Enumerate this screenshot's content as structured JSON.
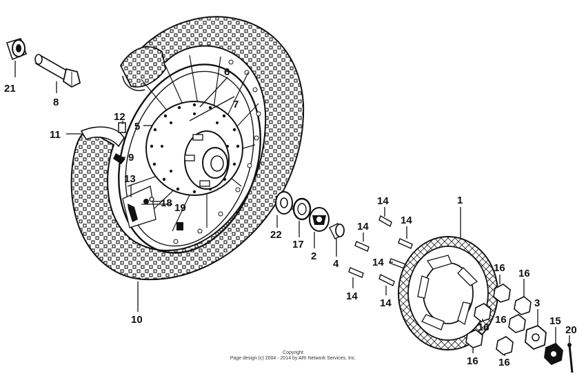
{
  "callouts": [
    {
      "id": "21",
      "text": "21"
    },
    {
      "id": "8",
      "text": "8"
    },
    {
      "id": "6",
      "text": "6"
    },
    {
      "id": "7",
      "text": "7"
    },
    {
      "id": "12",
      "text": "12"
    },
    {
      "id": "5",
      "text": "5"
    },
    {
      "id": "11",
      "text": "11"
    },
    {
      "id": "9",
      "text": "9"
    },
    {
      "id": "13",
      "text": "13"
    },
    {
      "id": "18",
      "text": "18"
    },
    {
      "id": "19",
      "text": "19"
    },
    {
      "id": "22",
      "text": "22"
    },
    {
      "id": "17",
      "text": "17"
    },
    {
      "id": "2",
      "text": "2"
    },
    {
      "id": "4",
      "text": "4"
    },
    {
      "id": "14a",
      "text": "14"
    },
    {
      "id": "14b",
      "text": "14"
    },
    {
      "id": "14c",
      "text": "14"
    },
    {
      "id": "14d",
      "text": "14"
    },
    {
      "id": "14e",
      "text": "14"
    },
    {
      "id": "14f",
      "text": "14"
    },
    {
      "id": "1",
      "text": "1"
    },
    {
      "id": "10",
      "text": "10"
    },
    {
      "id": "16a",
      "text": "16"
    },
    {
      "id": "16b",
      "text": "16"
    },
    {
      "id": "16c",
      "text": "16"
    },
    {
      "id": "16d",
      "text": "16"
    },
    {
      "id": "16e",
      "text": "16"
    },
    {
      "id": "16f",
      "text": "16"
    },
    {
      "id": "3",
      "text": "3"
    },
    {
      "id": "15",
      "text": "15"
    },
    {
      "id": "20",
      "text": "20"
    }
  ],
  "copyright": {
    "line1": "Copyright",
    "line2": "Page design (c) 2004 - 2014 by ARI Network Services, Inc."
  }
}
